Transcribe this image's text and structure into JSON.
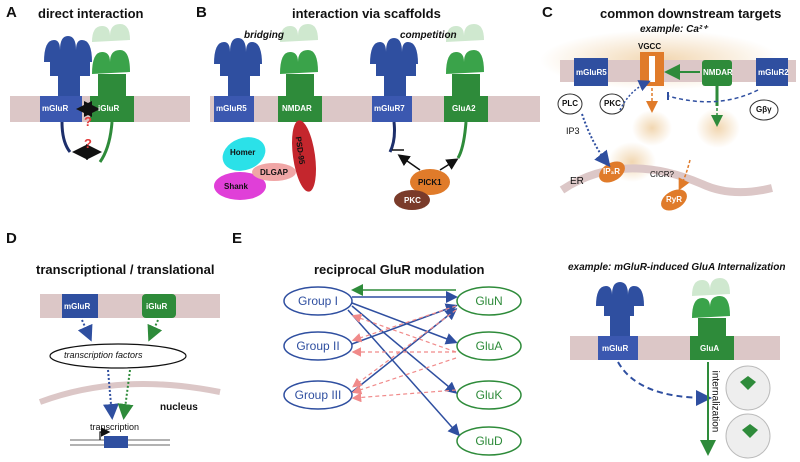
{
  "panels": {
    "A": {
      "letter": "A",
      "title": "direct interaction",
      "receptor1": "mGluR",
      "receptor2": "iGluR",
      "question": "?"
    },
    "B": {
      "letter": "B",
      "title": "interaction via scaffolds",
      "sub_left": "bridging",
      "sub_right": "competition",
      "receptors": [
        "mGluR5",
        "NMDAR",
        "mGluR7",
        "GluA2"
      ],
      "scaffolds": [
        "Homer",
        "Shank",
        "DLGAP",
        "PSD-95",
        "PICK1",
        "PKC"
      ]
    },
    "C": {
      "letter": "C",
      "title": "common downstream targets",
      "subtitle": "example: Ca²⁺",
      "labels": [
        "mGluR5",
        "VGCC",
        "NMDAR",
        "mGluR2",
        "PLC",
        "PKC",
        "IP3",
        "Gβγ",
        "ER",
        "IP₃R",
        "CICR?",
        "RyR"
      ]
    },
    "D": {
      "letter": "D",
      "title": "transcriptional / translational",
      "labels": [
        "mGluR",
        "iGluR",
        "transcription factors",
        "nucleus",
        "transcription"
      ]
    },
    "E": {
      "letter": "E",
      "title": "reciprocal GluR modulation",
      "groups": [
        "Group I",
        "Group II",
        "Group III"
      ],
      "glurs": [
        "GluN",
        "GluA",
        "GluK",
        "GluD"
      ],
      "example": "example: mGluR-induced GluA Internalization",
      "ex_labels": [
        "mGluR",
        "GluA",
        "internalization"
      ]
    }
  },
  "colors": {
    "blue": "#2f4fa0",
    "green": "#2e8b3a",
    "membrane": "#dcc7c7",
    "orange": "#e07b2a",
    "red": "#e23b3b"
  }
}
